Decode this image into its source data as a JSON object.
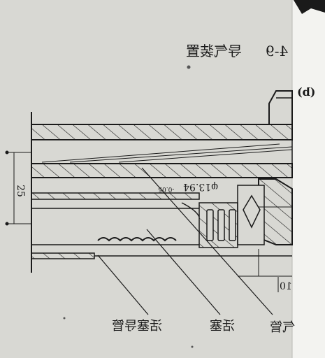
{
  "figure": {
    "caption_number": "4-9",
    "caption_title": "导气装置",
    "panel_label": "(b)"
  },
  "callouts": {
    "piston_guide": "活塞导管",
    "piston": "活塞",
    "gas_tube_fragment": "气管"
  },
  "dimensions": {
    "diameter": "φ13.94",
    "tolerance": "-0.05",
    "offset": "10",
    "spacing": "25"
  },
  "colors": {
    "paper": "#d8d8d3",
    "ink": "#1a1a1a",
    "page_right": "#f3f3f0"
  }
}
